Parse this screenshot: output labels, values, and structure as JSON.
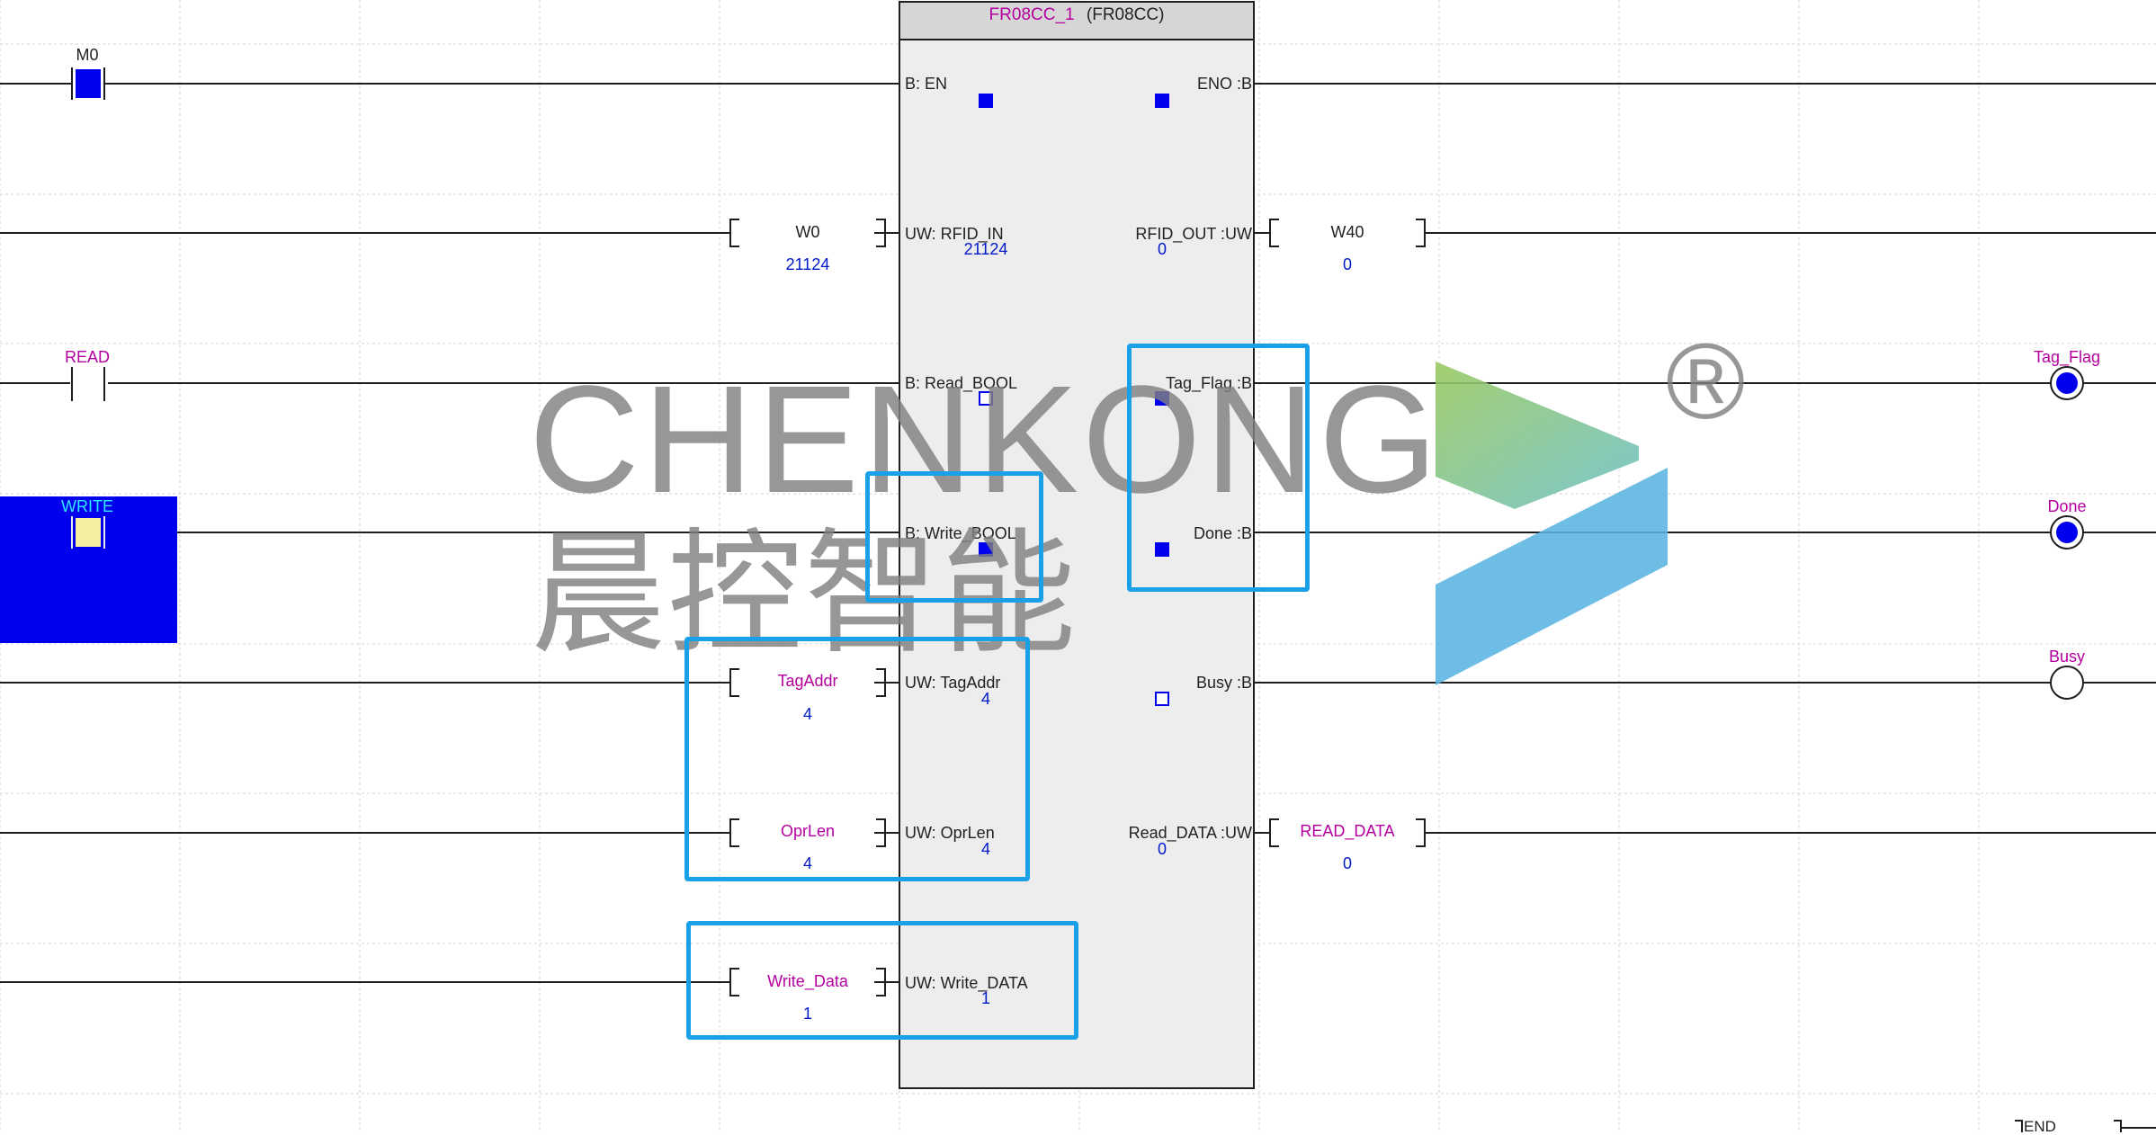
{
  "function_block": {
    "instance": "FR08CC_1",
    "type": "(FR08CC)",
    "inputs": [
      {
        "label": "B: EN"
      },
      {
        "label": "UW: RFID_IN",
        "value": "21124"
      },
      {
        "label": "B: Read_BOOL"
      },
      {
        "label": "B: Write_BOOL"
      },
      {
        "label": "UW: TagAddr",
        "value": "4"
      },
      {
        "label": "UW: OprLen",
        "value": "4"
      },
      {
        "label": "UW: Write_DATA",
        "value": "1"
      }
    ],
    "outputs": [
      {
        "label": "ENO :B"
      },
      {
        "label": "RFID_OUT :UW",
        "value": "0"
      },
      {
        "label": "Tag_Flag :B"
      },
      {
        "label": "Done :B"
      },
      {
        "label": "Busy :B"
      },
      {
        "label": "Read_DATA :UW",
        "value": "0"
      }
    ]
  },
  "contacts": [
    {
      "name": "M0",
      "state": "on"
    },
    {
      "name": "READ",
      "state": "off"
    },
    {
      "name": "WRITE",
      "state": "selected"
    }
  ],
  "input_operands": [
    {
      "name": "W0",
      "value": "21124"
    },
    {
      "name": "TagAddr",
      "value": "4"
    },
    {
      "name": "OprLen",
      "value": "4"
    },
    {
      "name": "Write_Data",
      "value": "1"
    }
  ],
  "output_operands": [
    {
      "name": "W40",
      "value": "0"
    },
    {
      "name": "READ_DATA",
      "value": "0"
    }
  ],
  "coils": [
    {
      "name": "Tag_Flag",
      "state": "on"
    },
    {
      "name": "Done",
      "state": "on"
    },
    {
      "name": "Busy",
      "state": "off"
    }
  ],
  "end_label": "END",
  "watermark": {
    "latin": "CHENKONG",
    "chinese": "晨控智能",
    "registered": "®"
  },
  "colors": {
    "on": "#0000ee",
    "selection_bg": "#0000ee",
    "highlight_box": "#1aa0e6",
    "label_magenta": "#b4009e",
    "value_blue": "#0018c8"
  }
}
